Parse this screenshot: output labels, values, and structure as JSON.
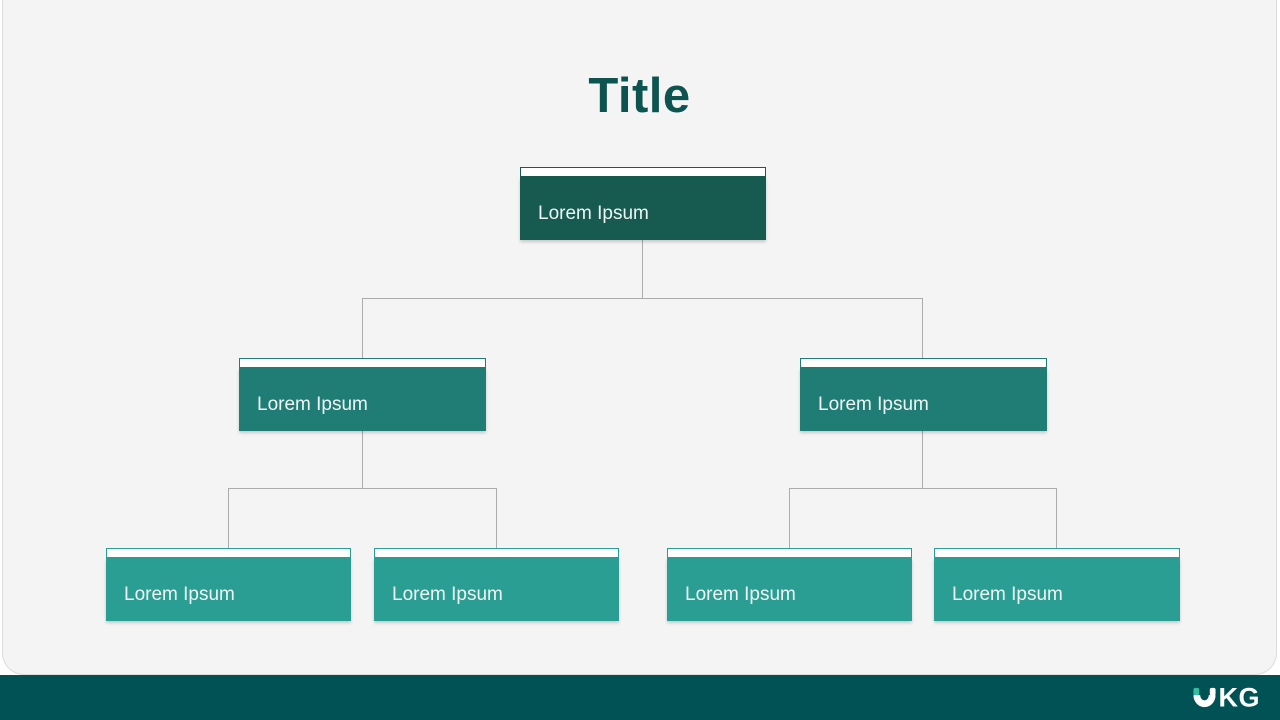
{
  "slide": {
    "title": "Title"
  },
  "org_chart": {
    "type": "org-chart-tree",
    "levels": 3,
    "nodes": [
      {
        "id": "root",
        "label": "Lorem Ipsum",
        "level": 1,
        "parent": null
      },
      {
        "id": "l2a",
        "label": "Lorem Ipsum",
        "level": 2,
        "parent": "root"
      },
      {
        "id": "l2b",
        "label": "Lorem Ipsum",
        "level": 2,
        "parent": "root"
      },
      {
        "id": "l3a",
        "label": "Lorem Ipsum",
        "level": 3,
        "parent": "l2a"
      },
      {
        "id": "l3b",
        "label": "Lorem Ipsum",
        "level": 3,
        "parent": "l2a"
      },
      {
        "id": "l3c",
        "label": "Lorem Ipsum",
        "level": 3,
        "parent": "l2b"
      },
      {
        "id": "l3d",
        "label": "Lorem Ipsum",
        "level": 3,
        "parent": "l2b"
      }
    ]
  },
  "footer": {
    "brand": "UKG",
    "kg_text": "KG"
  },
  "colors": {
    "title": "#0d534f",
    "level1": "#165a50",
    "level2": "#207d75",
    "level3": "#2b9e94",
    "footer": "#005255",
    "connector": "#ababab",
    "slide_bg": "#f4f4f5",
    "eye_green": "#35bda0"
  }
}
